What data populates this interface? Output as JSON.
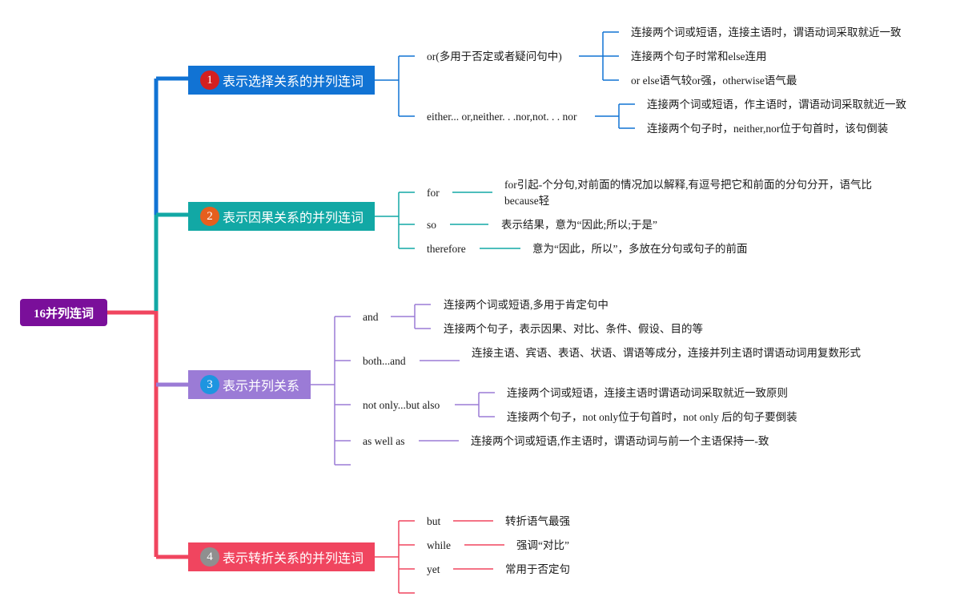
{
  "root": {
    "label": "16并列连词"
  },
  "colors": {
    "root": "#7a0f9a",
    "c1": "#1173d4",
    "c2": "#12a8a5",
    "c3": "#9b7bd6",
    "c4": "#f0455f",
    "b1": "#d42020",
    "b2": "#e65f1e",
    "b3": "#1e95e0",
    "b4": "#8f8f8f"
  },
  "categories": [
    {
      "number": "1",
      "label": "表示选择关系的并列连词",
      "items": [
        {
          "label": "or(多用于否定或者疑问句中)",
          "details": [
            "连接两个词或短语，连接主语时，谓语动词采取就近一致",
            "连接两个句子时常和else连用",
            "or else语气较or强，otherwise语气最"
          ]
        },
        {
          "label": "either... or,neither. . .nor,not. . . nor",
          "details": [
            "连接两个词或短语，作主语时，谓语动词采取就近一致",
            "连接两个句子时，neither,nor位于句首时，该句倒装"
          ]
        }
      ]
    },
    {
      "number": "2",
      "label": "表示因果关系的并列连词",
      "items": [
        {
          "label": "for",
          "details": [
            "for引起-个分句,对前面的情况加以解释,有逗号把它和前面的分句分开，语气比because轻"
          ]
        },
        {
          "label": "so",
          "details": [
            "表示结果，意为“因此;所以;于是”"
          ]
        },
        {
          "label": "therefore",
          "details": [
            "意为“因此，所以”，多放在分句或句子的前面"
          ]
        }
      ]
    },
    {
      "number": "3",
      "label": "表示并列关系",
      "items": [
        {
          "label": "and",
          "details": [
            "连接两个词或短语,多用于肯定句中",
            "连接两个句子，表示因果、对比、条件、假设、目的等"
          ]
        },
        {
          "label": "both...and",
          "details": [
            "连接主语、宾语、表语、状语、谓语等成分，连接并列主语时谓语动词用复数形式"
          ]
        },
        {
          "label": "not only...but also",
          "details": [
            "连接两个词或短语，连接主语时谓语动词采取就近一致原则",
            "连接两个句子，not only位于句首时，not only 后的句子要倒装"
          ]
        },
        {
          "label": "as well as",
          "details": [
            "连接两个词或短语,作主语时，谓语动词与前一个主语保持一-致"
          ]
        }
      ]
    },
    {
      "number": "4",
      "label": "表示转折关系的并列连词",
      "items": [
        {
          "label": "but",
          "details": [
            "转折语气最强"
          ]
        },
        {
          "label": "while",
          "details": [
            "强调“对比”"
          ]
        },
        {
          "label": "yet",
          "details": [
            "常用于否定句"
          ]
        }
      ]
    }
  ]
}
